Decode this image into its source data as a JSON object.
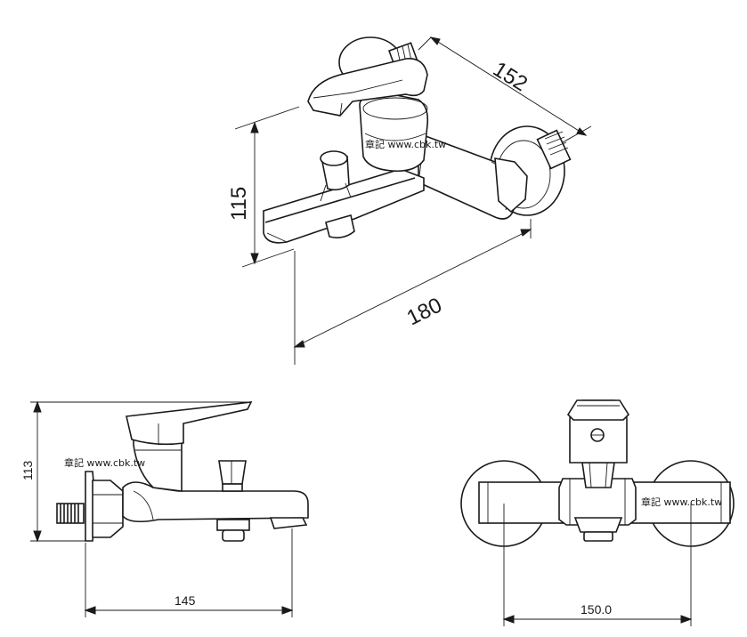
{
  "dimensions": {
    "iso_depth": "152",
    "iso_height": "115",
    "iso_length": "180",
    "side_height": "113",
    "side_length": "145",
    "front_width": "150.0"
  },
  "watermark": {
    "text": "章記 www.cbk.tw"
  }
}
